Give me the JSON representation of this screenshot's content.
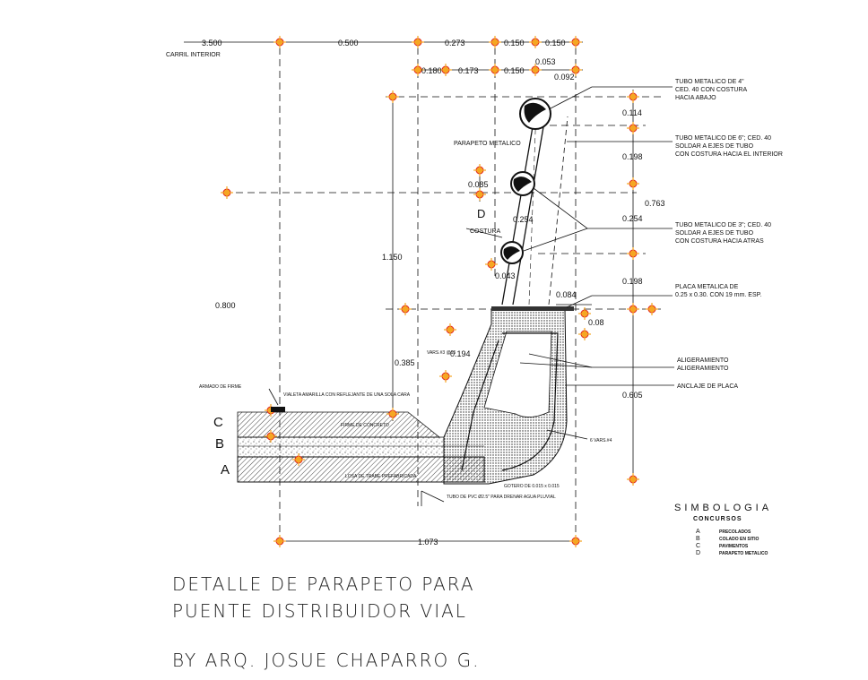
{
  "dimensions": {
    "top": [
      "3.500",
      "0.500",
      "0.273",
      "0.150",
      "0.150",
      "0.053",
      "0.180",
      "0.173",
      "0.150",
      "0.092"
    ],
    "right": [
      "0.114",
      "0.198",
      "0.763",
      "0.254",
      "0.198",
      "0.08",
      "0.605"
    ],
    "left": [
      "1.150",
      "0.800",
      "0.385"
    ],
    "inner": [
      "0.085",
      "0.254",
      "0.043",
      "0.084",
      "0.194"
    ],
    "bottom": "1.073"
  },
  "labels": {
    "carril": "CARRIL INTERIOR",
    "parapeto": "PARAPETO METALICO",
    "costura": "COSTURA",
    "d_mark": "D",
    "aligeramiento_1": "ALIGERAMIENTO",
    "aligeramiento_2": "ALIGERAMIENTO",
    "anclaje": "ANCLAJE DE PLACA",
    "vars_4": "6 VARS.#4",
    "vars_3": "VARS.#3 @15",
    "armado": "ARMADO DE FIRME",
    "vialeta": "VIALETA AMARILLA CON REFLEJANTE DE UNA SOLA CARA",
    "firme": "FIRME DE CONCRETO",
    "losa": "LOSA DE TRABE PREFABRICADA",
    "tubo_pvc": "TUBO DE PVC Ø2.5\" PARA DRENAR AGUA PLUVIAL",
    "gotero": "GOTERO DE 0.015 x 0.015"
  },
  "callouts": {
    "tubo4": [
      "TUBO METALICO DE 4\"",
      "CED. 40 CON COSTURA",
      "HACIA ABAJO"
    ],
    "tubo6": [
      "TUBO METALICO DE 6\"; CED. 40",
      "SOLDAR A EJES DE TUBO",
      "CON COSTURA HACIA EL INTERIOR"
    ],
    "tubo3": [
      "TUBO METALICO DE 3\"; CED. 40",
      "SOLDAR A EJES DE TUBO",
      "CON COSTURA HACIA ATRAS"
    ],
    "placa": [
      "PLACA METALICA DE",
      "0.25 x 0.30.  CON 19 mm. ESP."
    ]
  },
  "section_letters": [
    "C",
    "B",
    "A"
  ],
  "legend": {
    "title": "SIMBOLOGIA",
    "subtitle": "CONCURSOS",
    "items": [
      {
        "key": "A",
        "text": "PRECOLADOS"
      },
      {
        "key": "B",
        "text": "COLADO EN SITIO"
      },
      {
        "key": "C",
        "text": "PAVIMENTOS"
      },
      {
        "key": "D",
        "text": "PARAPETO METALICO"
      }
    ]
  },
  "title": {
    "line1": "DETALLE DE PARAPETO PARA",
    "line2": "PUENTE DISTRIBUIDOR VIAL",
    "author": "BY ARQ. JOSUE CHAPARRO G."
  },
  "colors": {
    "line": "#111111",
    "marker_fill": "#f5a623",
    "marker_ring": "#e0201b",
    "hatch": "#444444"
  }
}
